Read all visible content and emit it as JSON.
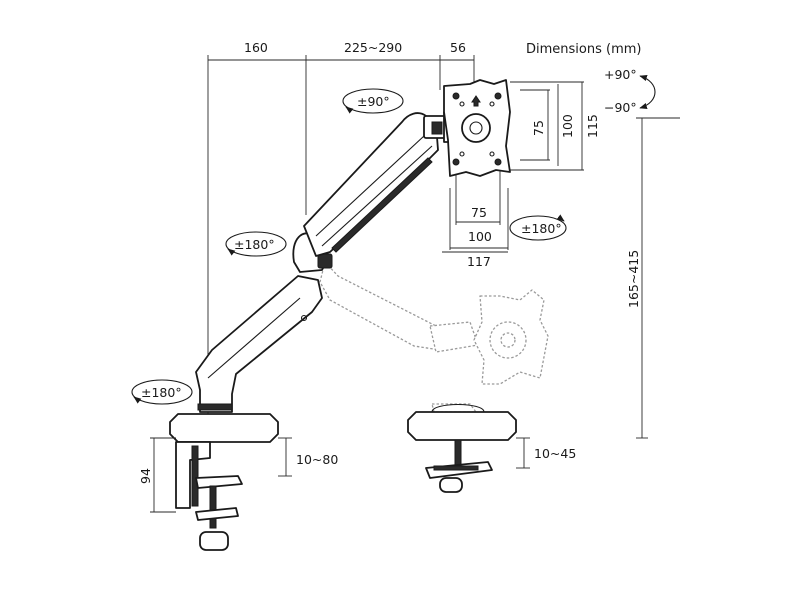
{
  "title": "Dimensions (mm)",
  "dimensions": {
    "top_left": "160",
    "top_middle": "225~290",
    "top_right": "56",
    "vesa_inner_height": "75",
    "vesa_outer_height": "100",
    "plate_height": "115",
    "vesa_inner_width": "75",
    "vesa_outer_width": "100",
    "plate_width": "117",
    "height_range": "165~415",
    "clamp_height": "94",
    "clamp_thickness_range": "10~80",
    "grommet_thickness_range": "10~45"
  },
  "rotations": {
    "tilt_up": "+90°",
    "tilt_down": "−90°",
    "swivel_head": "±90°",
    "rotate_plate": "±180°",
    "elbow": "±180°",
    "base": "±180°"
  }
}
